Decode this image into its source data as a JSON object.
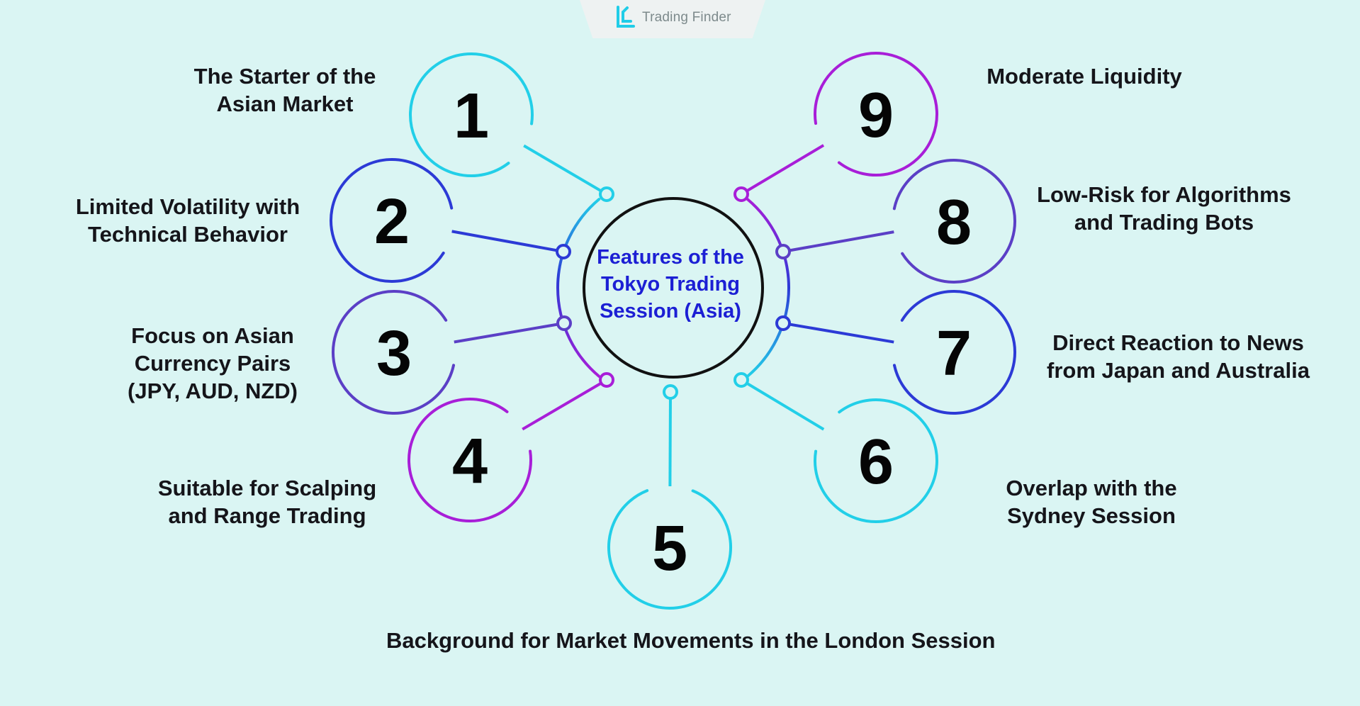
{
  "brand": {
    "name": "Trading Finder",
    "color": "#20cde8"
  },
  "center": {
    "title": "Features of the Tokyo Trading Session (Asia)",
    "color": "#1c1fd4"
  },
  "features": [
    {
      "number": "1",
      "label": "The Starter of the Asian Market",
      "color": "#22cfe8"
    },
    {
      "number": "2",
      "label": "Limited Volatility with Technical Behavior",
      "color": "#2c3ad6"
    },
    {
      "number": "3",
      "label": "Focus on Asian Currency Pairs (JPY, AUD, NZD)",
      "color": "#5b3fc6"
    },
    {
      "number": "4",
      "label": "Suitable for Scalping and Range Trading",
      "color": "#a81ed8"
    },
    {
      "number": "5",
      "label": "Background for Market Movements in the London Session",
      "color": "#22cfe8"
    },
    {
      "number": "6",
      "label": "Overlap with the Sydney Session",
      "color": "#22cfe8"
    },
    {
      "number": "7",
      "label": "Direct Reaction to News from Japan and Australia",
      "color": "#2c3ad6"
    },
    {
      "number": "8",
      "label": "Low-Risk for Algorithms and Trading Bots",
      "color": "#5b3fc6"
    },
    {
      "number": "9",
      "label": "Moderate Liquidity",
      "color": "#a81ed8"
    }
  ]
}
